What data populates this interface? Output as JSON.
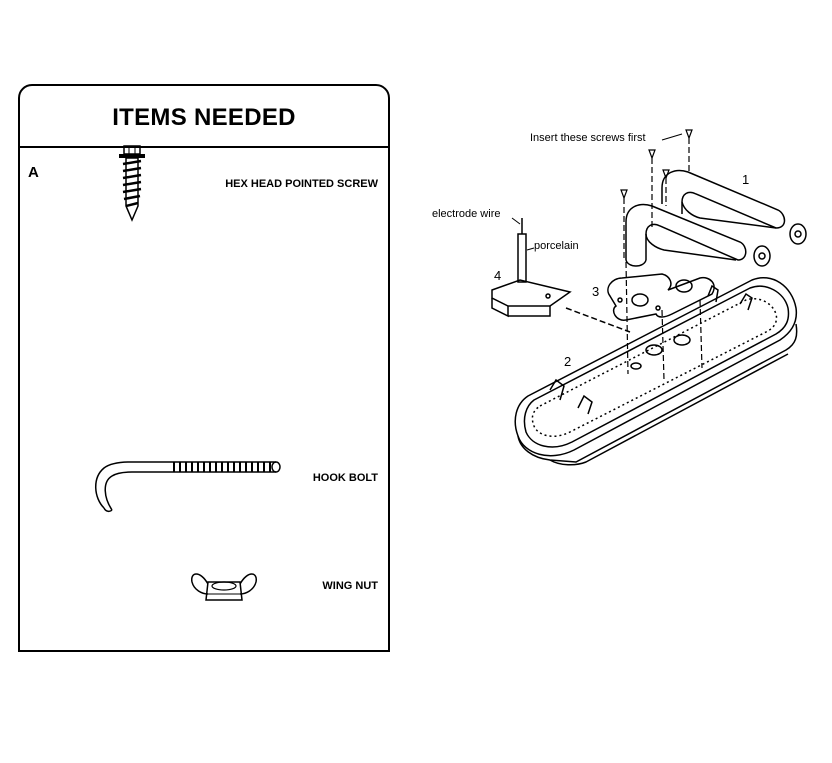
{
  "items_panel": {
    "title": "ITEMS NEEDED",
    "letter": "A",
    "items": [
      {
        "label": "HEX HEAD POINTED SCREW",
        "icon": "hex-screw-icon"
      },
      {
        "label": "HOOK BOLT",
        "icon": "hook-bolt-icon"
      },
      {
        "label": "WING NUT",
        "icon": "wing-nut-icon"
      }
    ]
  },
  "assembly": {
    "callouts": {
      "screws": "Insert these screws first",
      "electrode": "electrode wire",
      "porcelain": "porcelain"
    },
    "part_numbers": [
      "1",
      "2",
      "3",
      "4"
    ]
  }
}
